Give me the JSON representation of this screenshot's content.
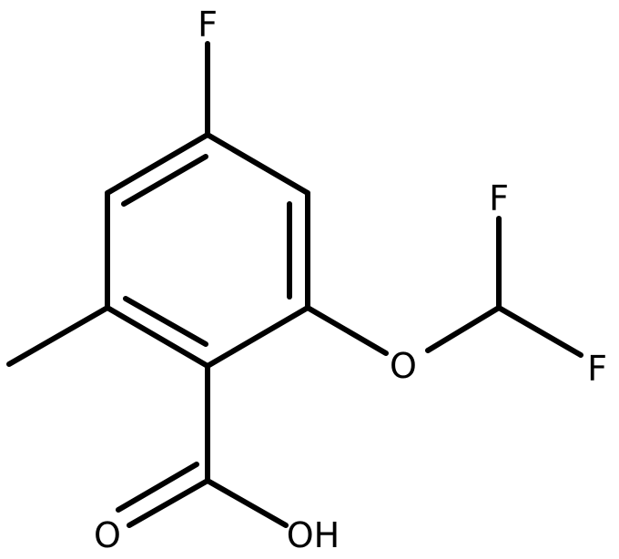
{
  "molecule": {
    "atoms": {
      "fluoro": "F",
      "difluoro_top": "F",
      "difluoro_right": "F",
      "ether_oxygen": "O",
      "carbonyl_oxygen": "O",
      "hydroxyl": "OH"
    },
    "colors": {
      "bond": "#000000",
      "label": "#000000",
      "background": "#ffffff"
    }
  }
}
